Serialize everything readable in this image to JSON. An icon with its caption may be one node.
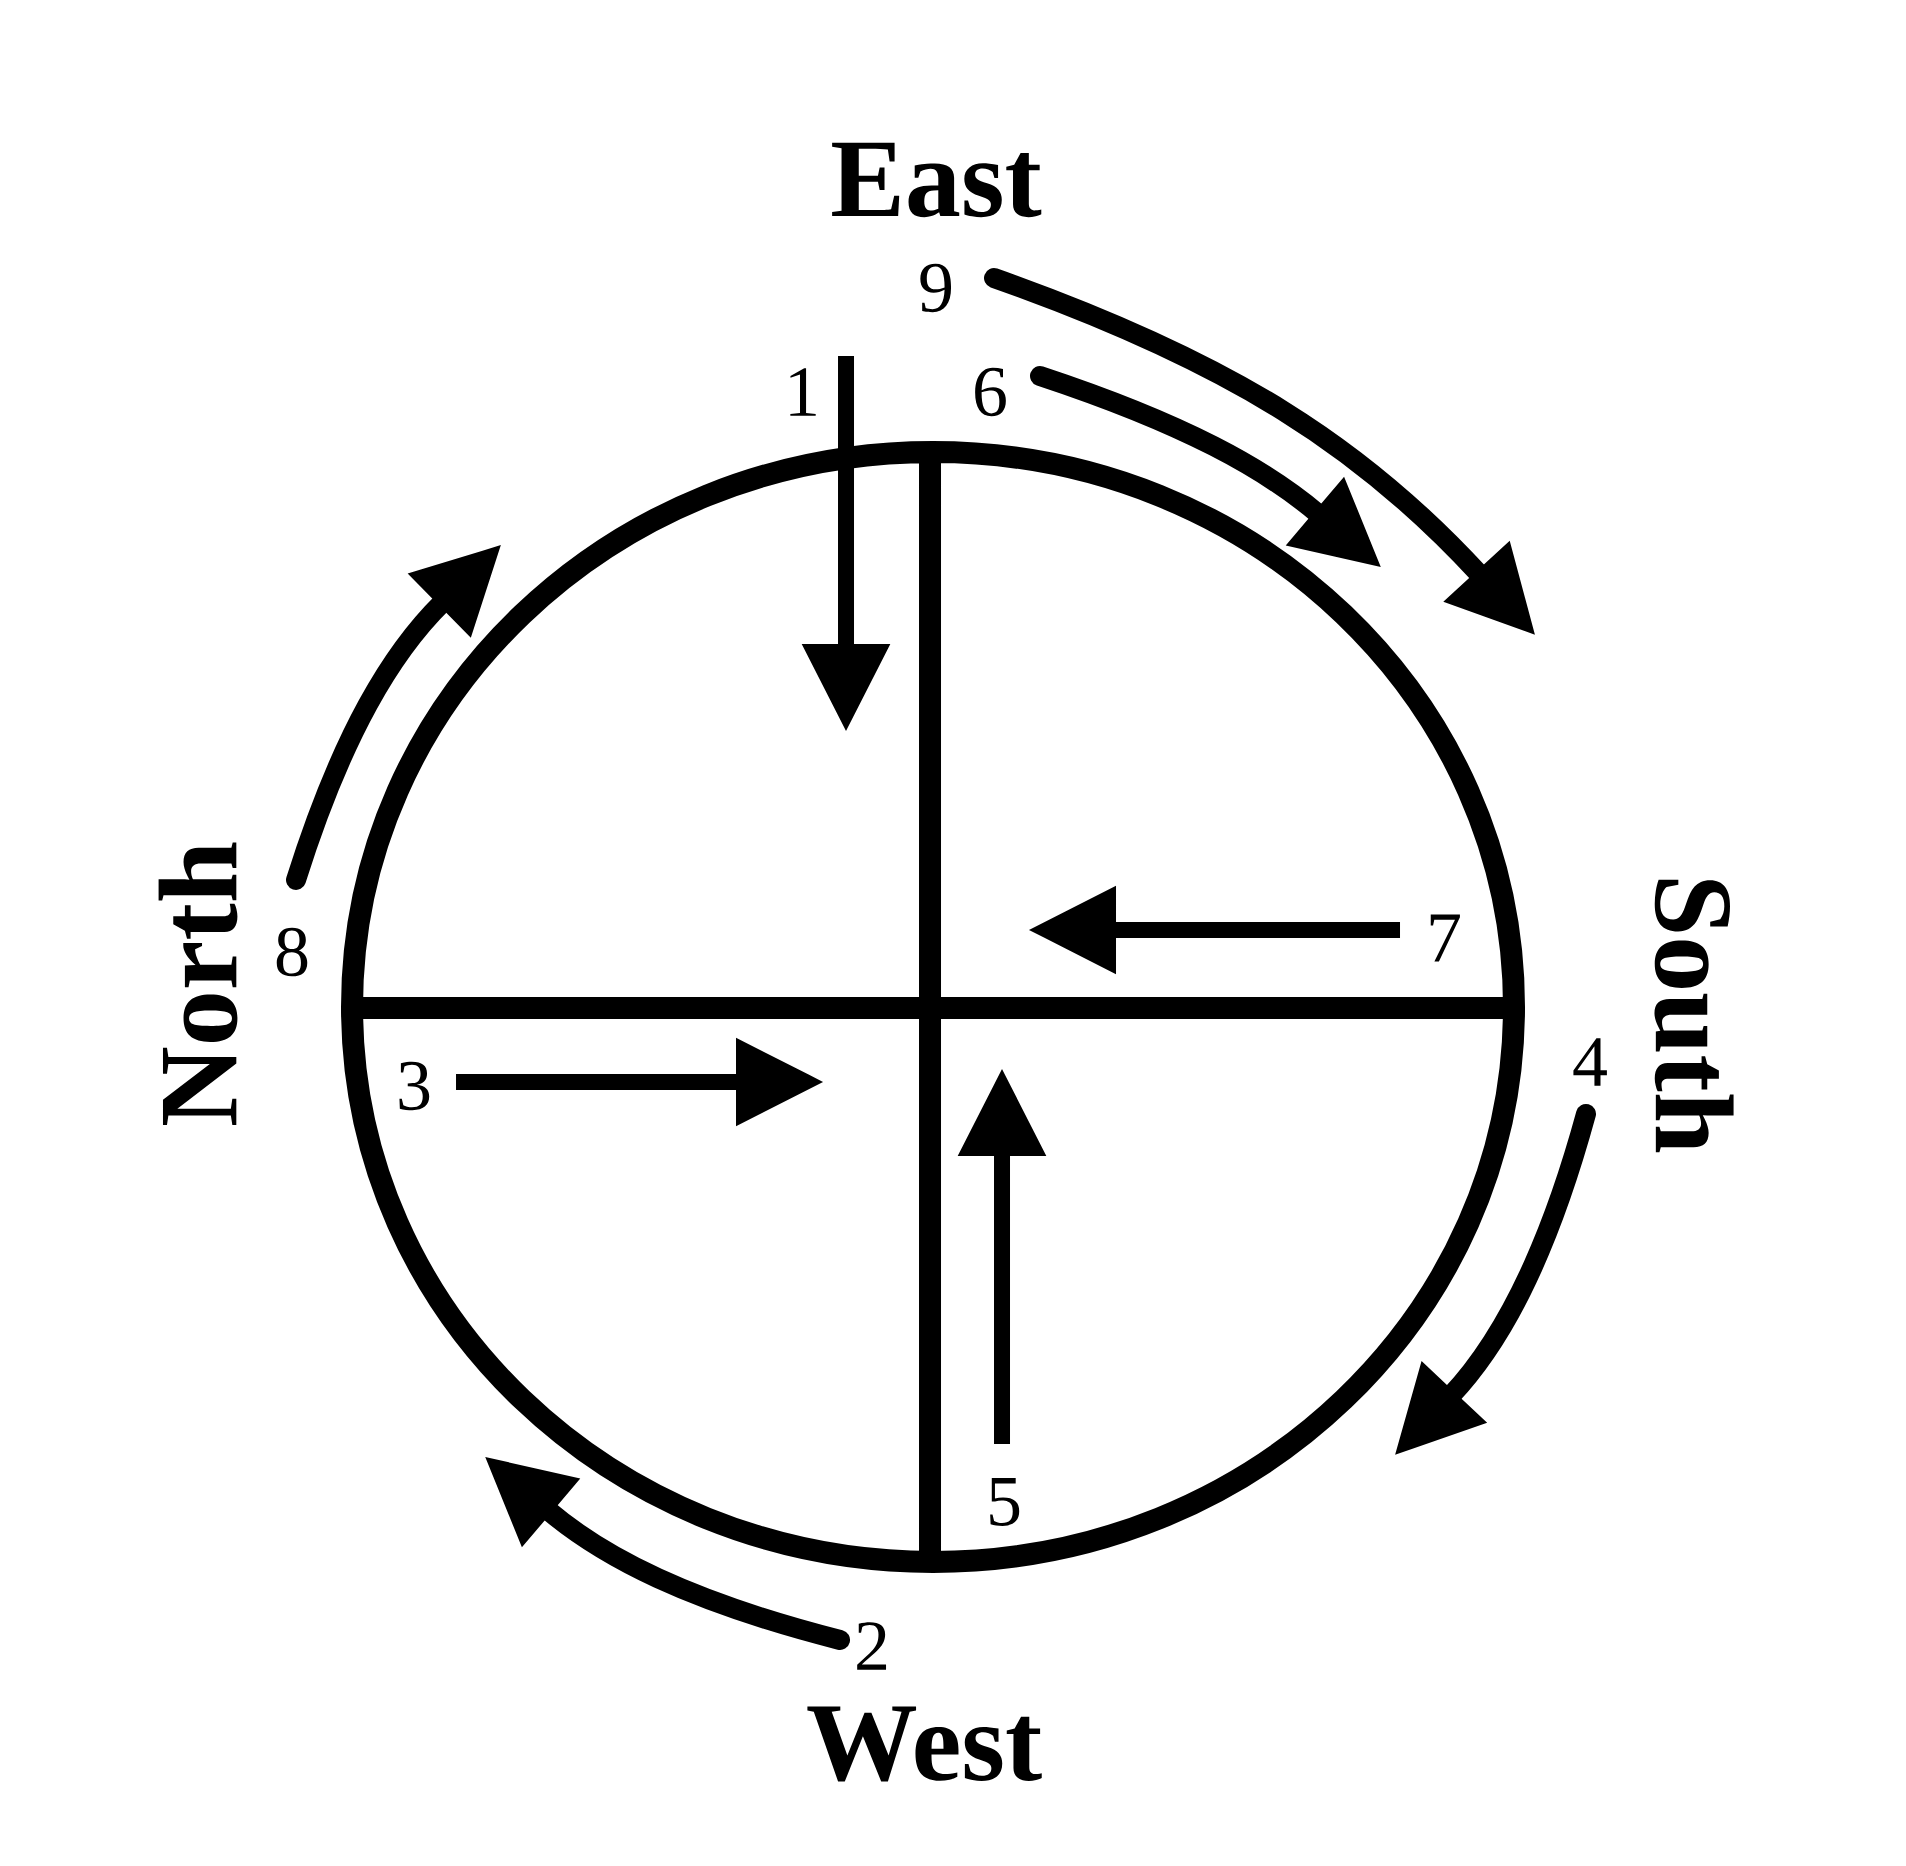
{
  "diagram": {
    "labels": [
      "East",
      "9",
      "1",
      "6",
      "7",
      "North",
      "8",
      "South",
      "4",
      "3",
      "5",
      "2",
      "West"
    ]
  }
}
